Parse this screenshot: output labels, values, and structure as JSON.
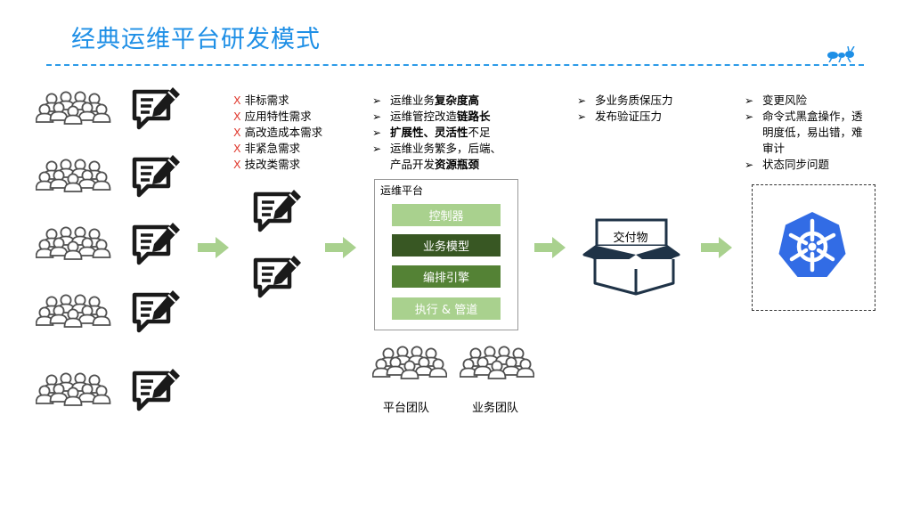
{
  "title": "经典运维平台研发模式",
  "colors": {
    "accent": "#1e8fe6",
    "x_mark": "#e03c31",
    "arrow": "#a9d18e",
    "kubernetes": "#326ce5"
  },
  "icons": [
    "people-group-icon",
    "document-edit-icon",
    "right-arrow-icon",
    "box-icon",
    "kubernetes-icon",
    "ant-logo-icon"
  ],
  "requirements": {
    "marker": "X",
    "items": [
      "非标需求",
      "应用特性需求",
      "高改造成本需求",
      "非紧急需求",
      "技改类需求"
    ]
  },
  "platform_issues": {
    "bullet": "➢",
    "items": [
      {
        "parts": [
          "运维业务",
          "复杂度高"
        ]
      },
      {
        "parts": [
          "运维管控改造",
          "链路长"
        ]
      },
      {
        "parts": [
          "扩展性、灵活性",
          "不足"
        ]
      },
      {
        "parts": [
          "运维业务繁多，后端、"
        ]
      },
      {
        "parts": [
          "产品开发",
          "资源瓶颈"
        ]
      }
    ]
  },
  "platform": {
    "label": "运维平台",
    "layers": [
      "控制器",
      "业务模型",
      "编排引擎",
      "执行 & 管道"
    ]
  },
  "teams": [
    "平台团队",
    "业务团队"
  ],
  "delivery": {
    "bullet": "➢",
    "items": [
      "多业务质保压力",
      "发布验证压力"
    ],
    "box_label": "交付物"
  },
  "risks": {
    "bullet": "➢",
    "items": [
      "变更风险",
      "命令式黑盒操作，透",
      "明度低，易出错，难",
      "审计",
      "状态同步问题"
    ]
  }
}
